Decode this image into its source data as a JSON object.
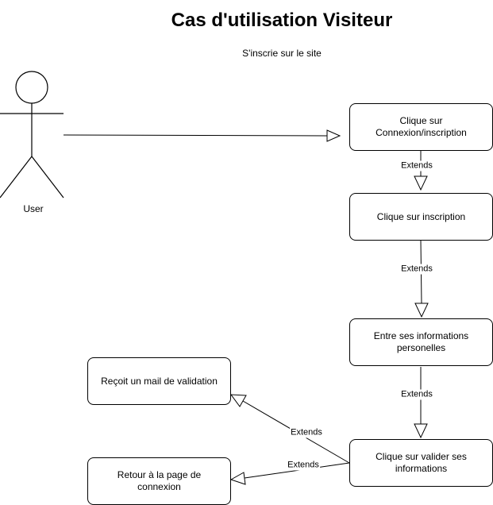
{
  "title": "Cas d'utilisation Visiteur",
  "subtitle": "S'inscrie sur le site",
  "actor": {
    "label": "User"
  },
  "nodes": {
    "connexion": "Clique sur Connexion/inscription",
    "inscription": "Clique sur inscription",
    "infos": "Entre ses informations personelles",
    "valider": "Clique sur valider ses informations",
    "mail": "Reçoit un mail de validation",
    "retour": "Retour à la page de connexion"
  },
  "edges": {
    "e1": "Extends",
    "e2": "Extends",
    "e3": "Extends",
    "e4": "Extends",
    "e5": "Extends"
  }
}
